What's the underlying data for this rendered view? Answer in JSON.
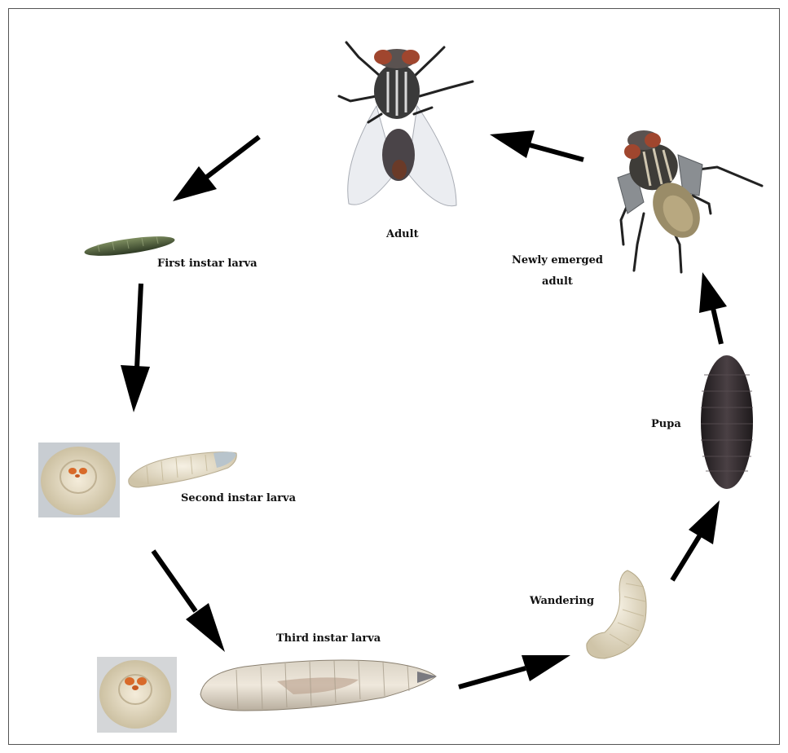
{
  "stages": {
    "adult": "Adult",
    "newly_emerged": "Newly emerged adult",
    "first_instar": "First instar larva",
    "second_instar": "Second instar larva",
    "third_instar": "Third instar larva",
    "wandering": "Wandering",
    "pupa": "Pupa"
  },
  "colors": {
    "frame": "#555555",
    "arrow": "#000000",
    "fly_body": "#3a3a3a",
    "fly_eye": "#a0462e",
    "larva": "#e8e0cc",
    "pupa": "#2a2428",
    "first_instar": "#4a5a3a"
  }
}
